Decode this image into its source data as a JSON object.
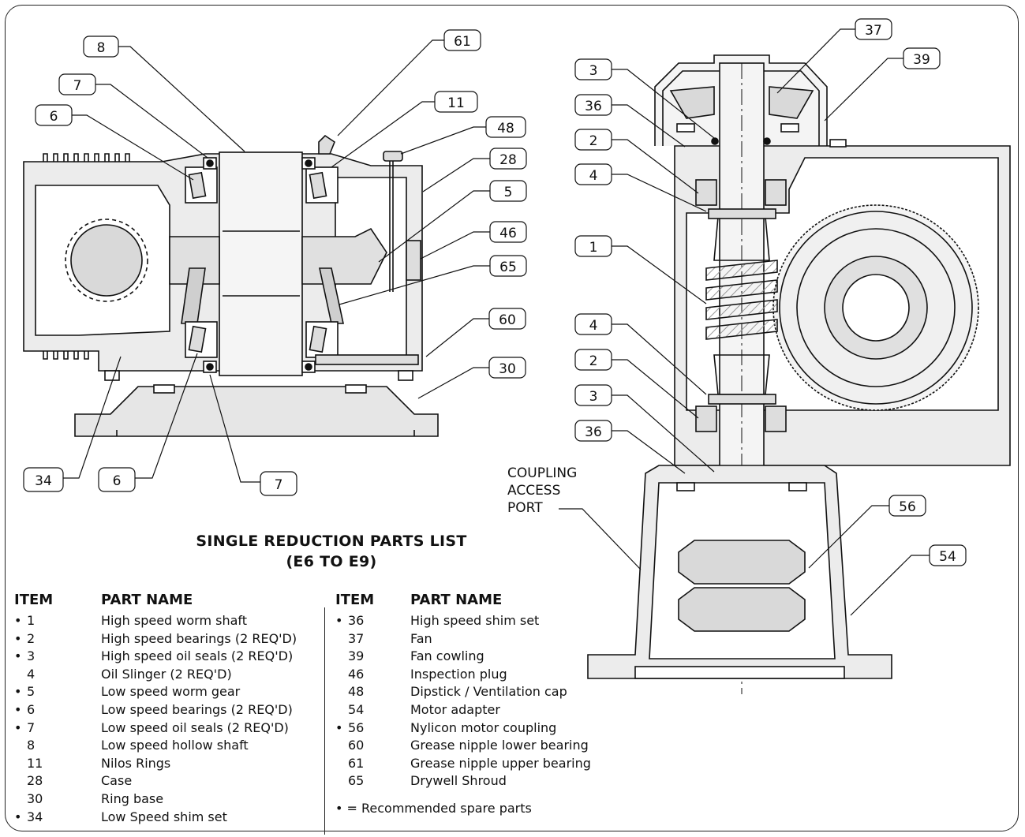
{
  "callouts": {
    "c8": "8",
    "c7a": "7",
    "c6a": "6",
    "c61": "61",
    "c11": "11",
    "c48": "48",
    "c28": "28",
    "c5": "5",
    "c46": "46",
    "c65": "65",
    "c60": "60",
    "c30": "30",
    "c34": "34",
    "c6b": "6",
    "c7b": "7",
    "c37": "37",
    "c39": "39",
    "c3a": "3",
    "c36a": "36",
    "c2a": "2",
    "c4a": "4",
    "c1": "1",
    "c4b": "4",
    "c2b": "2",
    "c3b": "3",
    "c36b": "36",
    "c56": "56",
    "c54": "54"
  },
  "coupling_label": [
    "COUPLING",
    "ACCESS",
    "PORT"
  ],
  "parts_list": {
    "title_line1": "SINGLE REDUCTION PARTS LIST",
    "title_line2": "(E6 TO E9)",
    "header_item": "ITEM",
    "header_part": "PART NAME",
    "left": [
      {
        "bullet": "•",
        "item": "1",
        "name": "High speed worm shaft"
      },
      {
        "bullet": "•",
        "item": "2",
        "name": "High speed bearings (2 REQ'D)"
      },
      {
        "bullet": "•",
        "item": "3",
        "name": "High speed oil seals (2 REQ'D)"
      },
      {
        "bullet": "",
        "item": "4",
        "name": "Oil Slinger  (2 REQ'D)"
      },
      {
        "bullet": "•",
        "item": "5",
        "name": "Low speed worm gear"
      },
      {
        "bullet": "•",
        "item": "6",
        "name": "Low speed bearings (2 REQ'D)"
      },
      {
        "bullet": "•",
        "item": "7",
        "name": "Low speed oil seals (2 REQ'D)"
      },
      {
        "bullet": "",
        "item": "8",
        "name": "Low speed hollow shaft"
      },
      {
        "bullet": "",
        "item": "11",
        "name": "Nilos Rings"
      },
      {
        "bullet": "",
        "item": "28",
        "name": "Case"
      },
      {
        "bullet": "",
        "item": "30",
        "name": "Ring base"
      },
      {
        "bullet": "•",
        "item": "34",
        "name": "Low Speed shim set"
      }
    ],
    "right": [
      {
        "bullet": "•",
        "item": "36",
        "name": "High speed shim set"
      },
      {
        "bullet": "",
        "item": "37",
        "name": "Fan"
      },
      {
        "bullet": "",
        "item": "39",
        "name": "Fan cowling"
      },
      {
        "bullet": "",
        "item": "46",
        "name": "Inspection plug"
      },
      {
        "bullet": "",
        "item": "48",
        "name": "Dipstick / Ventilation cap"
      },
      {
        "bullet": "",
        "item": "54",
        "name": "Motor adapter"
      },
      {
        "bullet": "•",
        "item": "56",
        "name": "Nylicon motor coupling"
      },
      {
        "bullet": "",
        "item": "60",
        "name": "Grease nipple lower bearing"
      },
      {
        "bullet": "",
        "item": "61",
        "name": "Grease nipple upper bearing"
      },
      {
        "bullet": "",
        "item": "65",
        "name": "Drywell Shroud"
      }
    ],
    "footnote": "• = Recommended spare parts"
  }
}
